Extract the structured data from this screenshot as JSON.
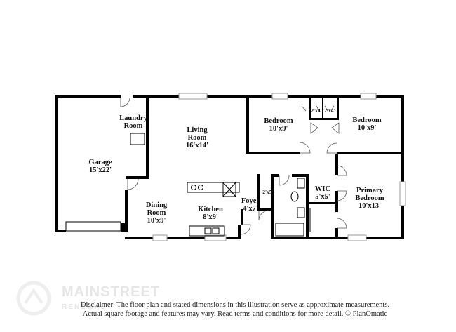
{
  "rooms": {
    "garage": {
      "name": "Garage",
      "dim": "15'x22'"
    },
    "laundry": {
      "name1": "Laundry",
      "name2": "Room"
    },
    "living": {
      "name1": "Living",
      "name2": "Room",
      "dim": "16'x14'"
    },
    "bedroom1": {
      "name": "Bedroom",
      "dim": "10'x9'"
    },
    "bedroom2": {
      "name": "Bedroom",
      "dim": "10'x9'"
    },
    "closet1": {
      "dim": "2'x4'"
    },
    "closet2": {
      "dim": "2'x4'"
    },
    "closet3": {
      "dim": "2'x5'"
    },
    "wic": {
      "name": "WIC",
      "dim": "5'x5'"
    },
    "primary": {
      "name1": "Primary",
      "name2": "Bedroom",
      "dim": "10'x13'"
    },
    "dining": {
      "name1": "Dining",
      "name2": "Room",
      "dim": "10'x9'"
    },
    "kitchen": {
      "name": "Kitchen",
      "dim": "8'x9'"
    },
    "foyer": {
      "name": "Foyer",
      "dim": "4'x7'"
    }
  },
  "disclaimer": {
    "line1": "Disclaimer: The floor plan and stated dimensions in this illustration serve as approximate measurements.",
    "line2": "Actual square footage and features may vary. Read terms and conditions for more detail. © PlanOmatic"
  },
  "watermark": {
    "text": "MAINSTREET",
    "sub": "RENEWAL"
  }
}
